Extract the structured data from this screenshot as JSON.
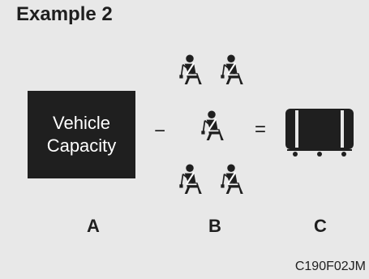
{
  "title": "Example 2",
  "box_text": {
    "line1": "Vehicle",
    "line2": "Capacity"
  },
  "operators": {
    "minus": "−",
    "equals": "="
  },
  "labels": {
    "a": "A",
    "b": "B",
    "c": "C"
  },
  "figure_code": "C190F02JM",
  "icons": {
    "occupant": "seated-occupant-with-seatbelt-icon",
    "cargo": "cargo-load-icon"
  }
}
